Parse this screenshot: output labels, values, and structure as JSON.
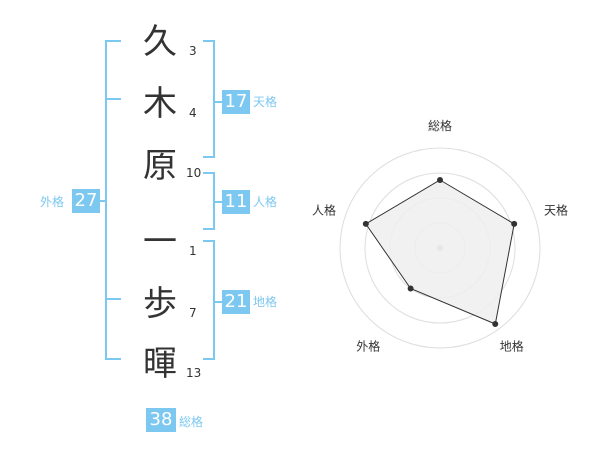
{
  "name_chars": [
    {
      "char": "久",
      "strokes": "3"
    },
    {
      "char": "木",
      "strokes": "4"
    },
    {
      "char": "原",
      "strokes": "10"
    },
    {
      "char": "一",
      "strokes": "1"
    },
    {
      "char": "歩",
      "strokes": "7"
    },
    {
      "char": "暉",
      "strokes": "13"
    }
  ],
  "fortune": {
    "tenkaku": {
      "value": "17",
      "label": "天格"
    },
    "jinkaku": {
      "value": "11",
      "label": "人格"
    },
    "chikaku": {
      "value": "21",
      "label": "地格"
    },
    "gaikaku": {
      "value": "27",
      "label": "外格"
    },
    "soukaku": {
      "value": "38",
      "label": "総格"
    }
  },
  "chart_data": {
    "type": "radar",
    "axes": [
      "総格",
      "天格",
      "地格",
      "外格",
      "人格"
    ],
    "values": [
      0.68,
      0.78,
      0.94,
      0.5,
      0.78
    ],
    "max": 1,
    "rings": 4,
    "grid": true,
    "colors": {
      "ring": "#dddddd",
      "fill": "#eeeeee",
      "line": "#333333",
      "point": "#333333",
      "center": "#bbbbbb"
    }
  },
  "colors": {
    "accent": "#7cc8f0",
    "text": "#333333"
  }
}
